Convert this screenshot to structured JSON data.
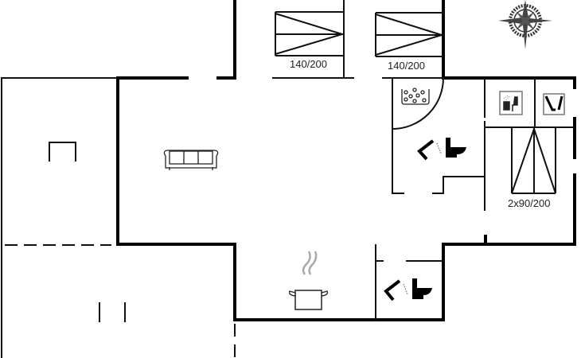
{
  "floorplan": {
    "beds": [
      {
        "label": "140/200"
      },
      {
        "label": "140/200"
      },
      {
        "label": "2x90/200"
      }
    ],
    "icons": [
      "compass-rose-icon",
      "sofa-icon",
      "cooking-pot-icon",
      "jacuzzi-icon",
      "shower-icon",
      "toilet-icon",
      "sauna-icon",
      "washing-machine-icon"
    ],
    "colors": {
      "wall": "#000000",
      "background": "#ffffff"
    }
  }
}
